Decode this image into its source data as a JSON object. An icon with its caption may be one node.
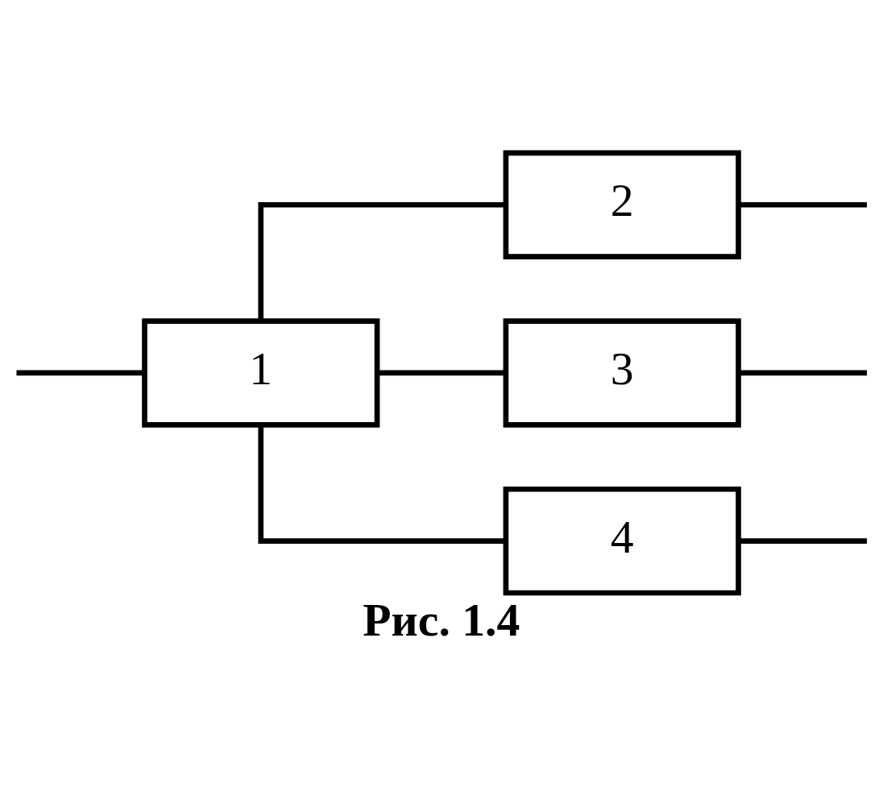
{
  "diagram": {
    "caption": "Рис. 1.4",
    "nodes": [
      {
        "text": [
          "1"
        ]
      },
      {
        "text": [
          "2"
        ]
      },
      {
        "text": [
          "3"
        ]
      },
      {
        "text": [
          "4"
        ]
      }
    ],
    "edges": [
      {
        "from": null,
        "to": 0,
        "arrow": "none"
      },
      {
        "from": 0,
        "to": 1,
        "arrow": "none"
      },
      {
        "from": 0,
        "to": 2,
        "arrow": "none"
      },
      {
        "from": 0,
        "to": 3,
        "arrow": "none"
      },
      {
        "from": 1,
        "to": null,
        "arrow": "none"
      },
      {
        "from": 2,
        "to": null,
        "arrow": "none"
      },
      {
        "from": 3,
        "to": null,
        "arrow": "none"
      }
    ]
  }
}
